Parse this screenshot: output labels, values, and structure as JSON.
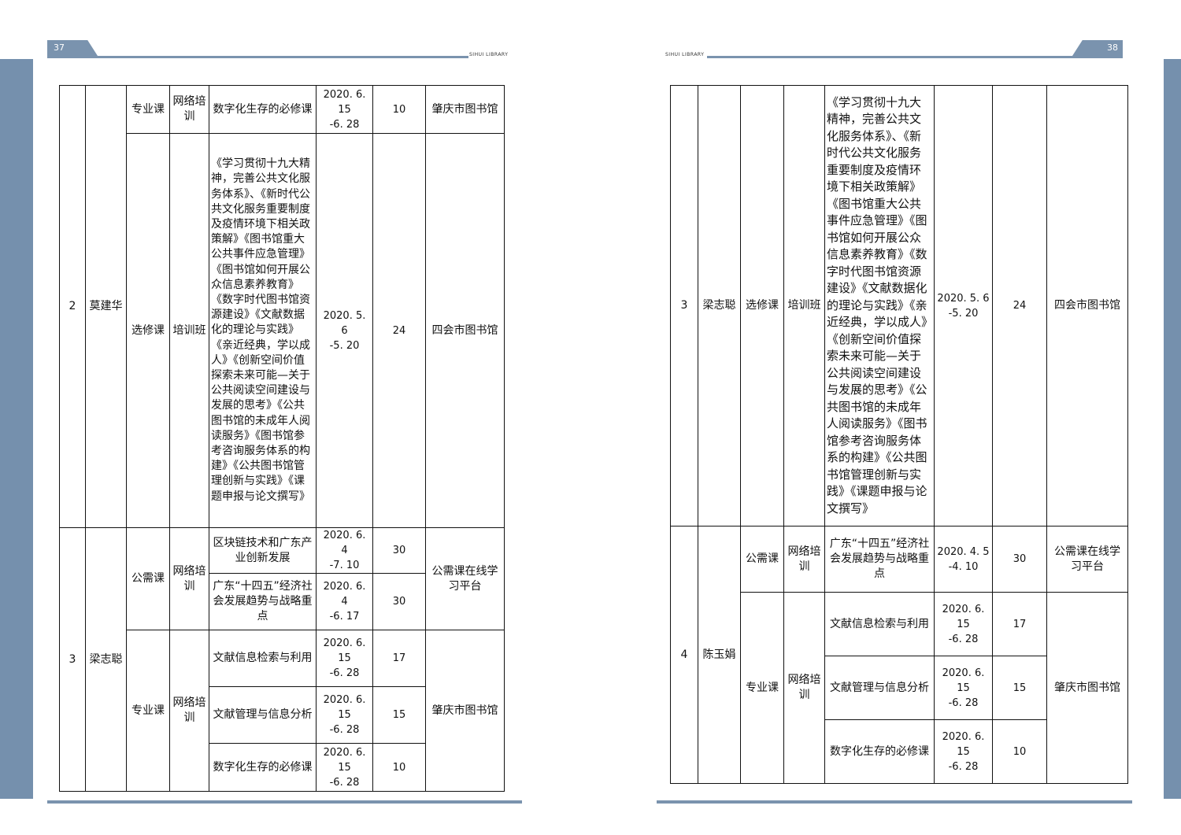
{
  "header": {
    "left_page_number": "37",
    "right_page_number": "38",
    "library_name": "SIHUI LIBRARY"
  },
  "left_table": {
    "r1": {
      "no": "2",
      "name": "莫建华",
      "type": "专业课",
      "mode": "网络培训",
      "course": "数字化生存的必修课",
      "date_start": "2020. 6. 15",
      "date_end": "-6. 28",
      "hours": "10",
      "org": "肇庆市图书馆"
    },
    "r2": {
      "type": "选修课",
      "mode": "培训班",
      "course": "《学习贯彻十九大精神，完善公共文化服务体系》、《新时代公共文化服务重要制度及疫情环境下相关政策解》《图书馆重大公共事件应急管理》《图书馆如何开展公众信息素养教育》《数字时代图书馆资源建设》《文献数据化的理论与实践》《亲近经典，学以成人》《创新空间价值探索未来可能—关于公共阅读空间建设与发展的思考》《公共图书馆的未成年人阅读服务》《图书馆参考咨询服务体系的构建》《公共图书馆管理创新与实践》《课题申报与论文撰写》",
      "date_start": "2020. 5. 6",
      "date_end": "-5. 20",
      "hours": "24",
      "org": "四会市图书馆"
    },
    "r3": {
      "no": "3",
      "name": "梁志聪",
      "type": "公需课",
      "mode": "网络培训",
      "course": "区块链技术和广东产业创新发展",
      "date_start": "2020. 6. 4",
      "date_end": "-7. 10",
      "hours": "30",
      "org": "公需课在线学习平台"
    },
    "r4": {
      "course": "广东“十四五”经济社会发展趋势与战略重点",
      "date_start": "2020. 6. 4",
      "date_end": "-6. 17",
      "hours": "30"
    },
    "r5": {
      "type": "专业课",
      "mode": "网络培训",
      "course": "文献信息检索与利用",
      "date_start": "2020. 6. 15",
      "date_end": "-6. 28",
      "hours": "17",
      "org": "肇庆市图书馆"
    },
    "r6": {
      "course": "文献管理与信息分析",
      "date_start": "2020. 6. 15",
      "date_end": "-6. 28",
      "hours": "15"
    },
    "r7": {
      "course": "数字化生存的必修课",
      "date_start": "2020. 6. 15",
      "date_end": "-6. 28",
      "hours": "10"
    }
  },
  "right_table": {
    "r1": {
      "no": "3",
      "name": "梁志聪",
      "type": "选修课",
      "mode": "培训班",
      "course": "《学习贯彻十九大精神，完善公共文化服务体系》、《新时代公共文化服务重要制度及疫情环境下相关政策解》《图书馆重大公共事件应急管理》《图书馆如何开展公众信息素养教育》《数字时代图书馆资源建设》《文献数据化的理论与实践》《亲近经典，学以成人》《创新空间价值探索未来可能—关于公共阅读空间建设与发展的思考》《公共图书馆的未成年人阅读服务》《图书馆参考咨询服务体系的构建》《公共图书馆管理创新与实践》《课题申报与论文撰写》",
      "date_start": "2020. 5. 6",
      "date_end": "-5. 20",
      "hours": "24",
      "org": "四会市图书馆"
    },
    "r2": {
      "no": "4",
      "name": "陈玉娟",
      "type": "公需课",
      "mode": "网络培训",
      "course": "广东“十四五”经济社会发展趋势与战略重点",
      "date_start": "2020. 4. 5",
      "date_end": "-4. 10",
      "hours": "30",
      "org": "公需课在线学习平台"
    },
    "r3": {
      "type": "专业课",
      "mode": "网络培训",
      "course": "文献信息检索与利用",
      "date_start": "2020. 6. 15",
      "date_end": "-6. 28",
      "hours": "17",
      "org": "肇庆市图书馆"
    },
    "r4": {
      "course": "文献管理与信息分析",
      "date_start": "2020. 6. 15",
      "date_end": "-6. 28",
      "hours": "15"
    },
    "r5": {
      "course": "数字化生存的必修课",
      "date_start": "2020. 6. 15",
      "date_end": "-6. 28",
      "hours": "10"
    }
  }
}
